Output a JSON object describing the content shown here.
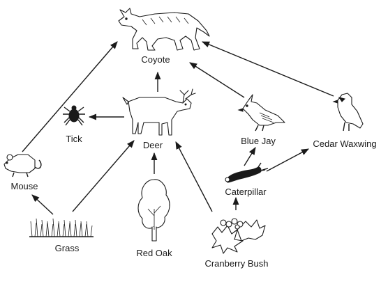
{
  "diagram": {
    "organisms": {
      "coyote": "Coyote",
      "tick": "Tick",
      "deer": "Deer",
      "blue_jay": "Blue Jay",
      "cedar_waxwing": "Cedar Waxwing",
      "mouse": "Mouse",
      "caterpillar": "Caterpillar",
      "grass": "Grass",
      "red_oak": "Red Oak",
      "cranberry_bush": "Cranberry Bush"
    },
    "links": [
      {
        "from": "Mouse",
        "to": "Coyote"
      },
      {
        "from": "Deer",
        "to": "Coyote"
      },
      {
        "from": "Blue Jay",
        "to": "Coyote"
      },
      {
        "from": "Cedar Waxwing",
        "to": "Coyote"
      },
      {
        "from": "Deer",
        "to": "Tick"
      },
      {
        "from": "Grass",
        "to": "Mouse"
      },
      {
        "from": "Grass",
        "to": "Deer"
      },
      {
        "from": "Red Oak",
        "to": "Deer"
      },
      {
        "from": "Cranberry Bush",
        "to": "Deer"
      },
      {
        "from": "Cranberry Bush",
        "to": "Caterpillar"
      },
      {
        "from": "Caterpillar",
        "to": "Blue Jay"
      },
      {
        "from": "Caterpillar",
        "to": "Cedar Waxwing"
      }
    ],
    "colors": {
      "ink": "#1a1a1a",
      "background": "#ffffff"
    }
  }
}
